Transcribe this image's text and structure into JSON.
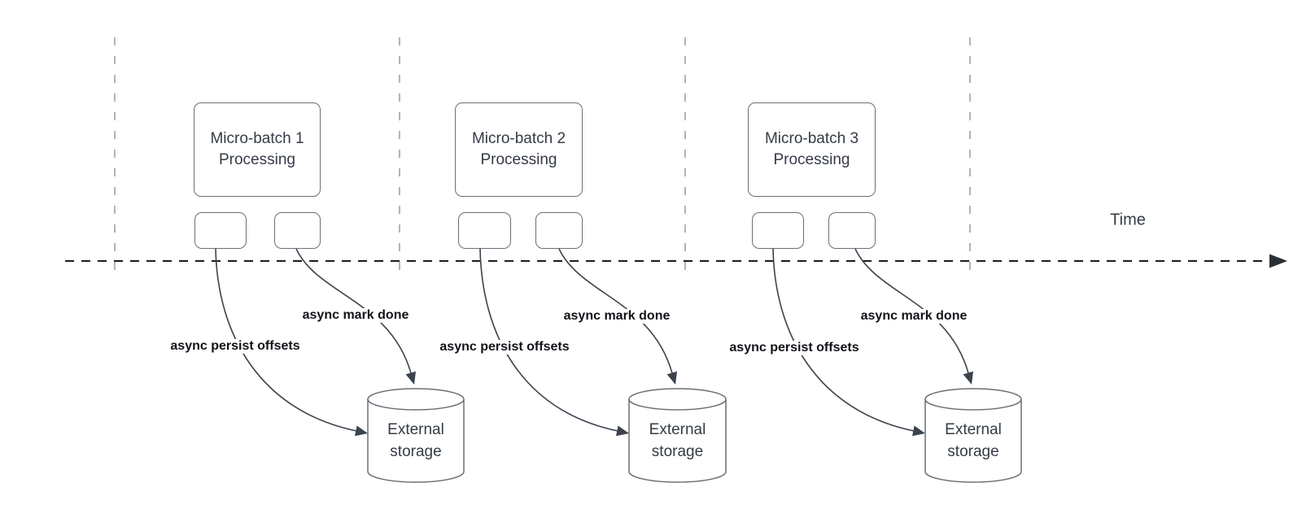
{
  "axis": {
    "label": "Time"
  },
  "groups": [
    {
      "process_label": "Micro-batch 1\nProcessing",
      "persist_arrow_label": "async persist offsets",
      "done_arrow_label": "async mark done",
      "storage_label": "External\nstorage"
    },
    {
      "process_label": "Micro-batch 2\nProcessing",
      "persist_arrow_label": "async persist offsets",
      "done_arrow_label": "async mark done",
      "storage_label": "External\nstorage"
    },
    {
      "process_label": "Micro-batch 3\nProcessing",
      "persist_arrow_label": "async persist offsets",
      "done_arrow_label": "async mark done",
      "storage_label": "External\nstorage"
    }
  ],
  "colors": {
    "background": "#ffffff",
    "shape_stroke": "#6a6e76",
    "shape_fill": "#ffffff",
    "shape_text": "#343b46",
    "edge_stroke": "#3c434d",
    "edge_label_text": "#111318",
    "axis_stroke": "#1c1c1c",
    "guide_stroke": "#b3b3b3"
  }
}
